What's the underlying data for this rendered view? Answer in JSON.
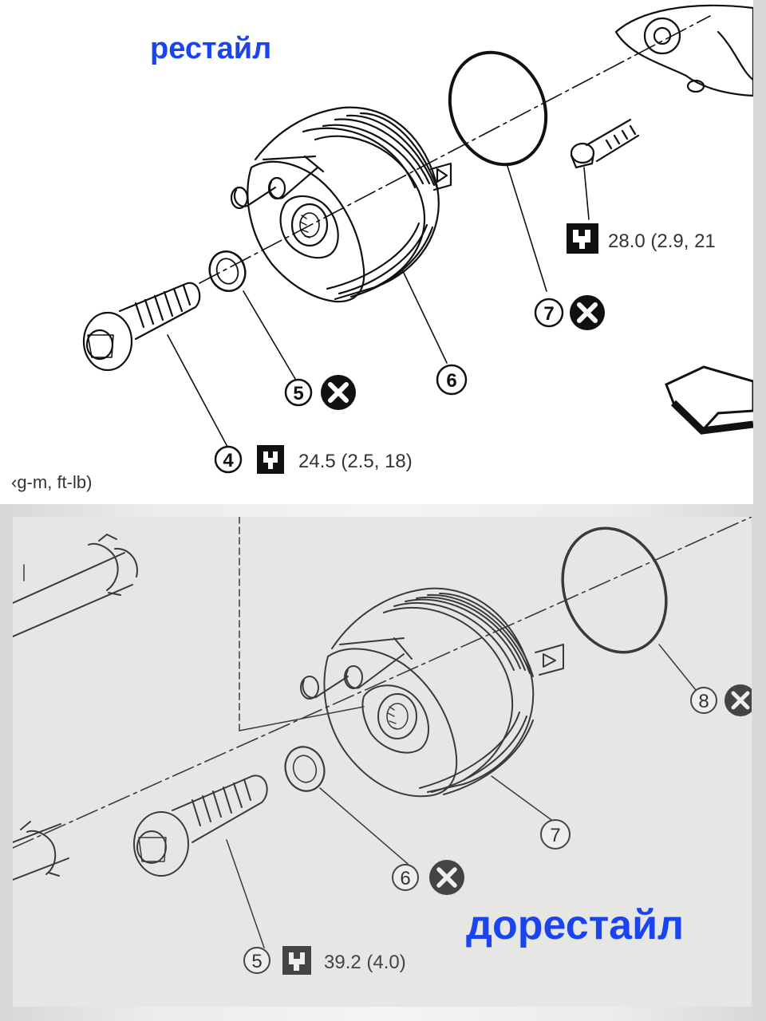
{
  "top": {
    "title": "рестайл",
    "callouts": {
      "c4": "4",
      "c5": "5",
      "c6": "6",
      "c7": "7"
    },
    "torque_bolt": "24.5 (2.5, 18)",
    "torque_upper": "28.0 (2.9, 21",
    "units": "‹g-m, ft-lb)"
  },
  "bottom": {
    "title": "дорестайл",
    "callouts": {
      "c5": "5",
      "c6": "6",
      "c7": "7",
      "c8": "8"
    },
    "torque_bolt": "39.2 (4.0)"
  },
  "icons": [
    "replace-x-icon",
    "torque-wrench-icon",
    "direction-arrow-icon"
  ]
}
